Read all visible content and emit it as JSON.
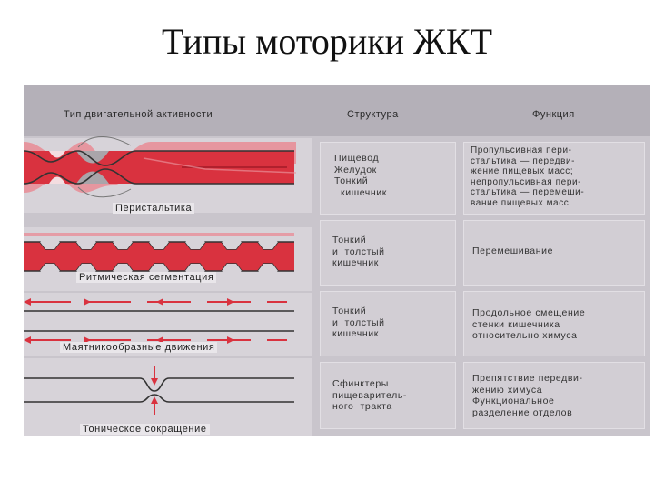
{
  "title": "Типы моторики ЖКТ",
  "header": {
    "col1": "Тип двигательной активности",
    "col2": "Структура",
    "col3": "Функция"
  },
  "rows": [
    {
      "type": "Перистальтика",
      "structure": "Пищевод\nЖелудок\nТонкий\n  кишечник",
      "function": "Пропульсивная пери-\nстальтика — передви-\nжение пищевых масс;\nнепропульсивная пери-\nстальтика — перемеши-\nвание пищевых масс"
    },
    {
      "type": "Ритмическая  сегментация",
      "structure": "Тонкий\nи  толстый\nкишечник",
      "function": "Перемешивание"
    },
    {
      "type": "Маятникообразные  движения",
      "structure": "Тонкий\nи  толстый\nкишечник",
      "function": "Продольное смещение\nстенки кишечника\nотносительно химуса"
    },
    {
      "type": "Тоническое  сокращение",
      "structure": "Сфинктеры\nпищеваритель-\nного  тракта",
      "function": "Препятствие передви-\nжению химуса\nФункциональное\nразделение отделов"
    }
  ],
  "colors": {
    "red": "#d9323f",
    "pink": "#e88f98",
    "grey_band": "#b4b0b8",
    "cell": "#d2ced4"
  }
}
